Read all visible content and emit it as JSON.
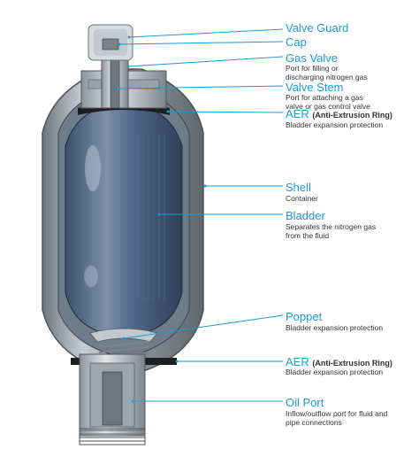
{
  "labels": [
    {
      "id": "valve-guard",
      "title": "Valve Guard",
      "desc": ""
    },
    {
      "id": "cap",
      "title": "Cap",
      "desc": ""
    },
    {
      "id": "gas-valve",
      "title": "Gas Valve",
      "desc": "Port for filling or\ndischarging nitrogen gas"
    },
    {
      "id": "valve-stem",
      "title": "Valve Stem",
      "desc": "Port for attaching a gas\nvalve or gas control valve"
    },
    {
      "id": "aer-top",
      "title": "AER",
      "note": "(Anti-Extrusion Ring)",
      "desc": "Bladder expansion protection"
    },
    {
      "id": "shell",
      "title": "Shell",
      "desc": "Container"
    },
    {
      "id": "bladder",
      "title": "Bladder",
      "desc": "Separates the nitrogen gas\nfrom the fluid"
    },
    {
      "id": "poppet",
      "title": "Poppet",
      "desc": "Bladder expansion protection"
    },
    {
      "id": "aer-bottom",
      "title": "AER",
      "note": "(Anti-Extrusion Ring)",
      "desc": "Bladder expansion protection"
    },
    {
      "id": "oil-port",
      "title": "Oil Port",
      "desc": "Inflow/outflow port for fluid and\npipe connections"
    }
  ],
  "colors": {
    "accent": "#1a9ad6",
    "shell": "#9aa3ab",
    "bladder": "#3f5a7c",
    "metal": "#c4cbd1"
  }
}
